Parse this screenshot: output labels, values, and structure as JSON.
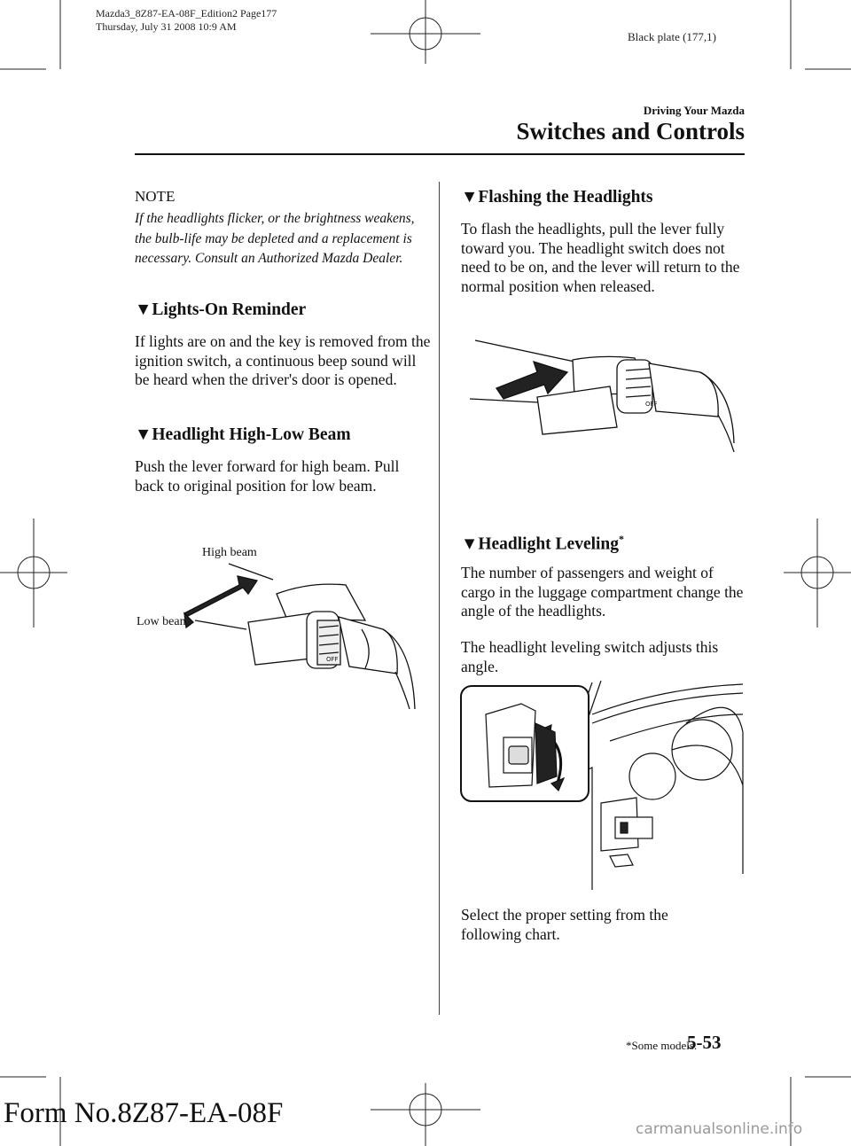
{
  "header": {
    "meta_line1": "Mazda3_8Z87-EA-08F_Edition2 Page177",
    "meta_line2": "Thursday, July 31 2008 10:9 AM",
    "plate": "Black plate (177,1)",
    "section_kicker": "Driving Your Mazda",
    "section_title": "Switches and Controls"
  },
  "left_column": {
    "note_label": "NOTE",
    "note_body": "If the headlights flicker, or the brightness weakens, the bulb-life may be depleted and a replacement is necessary. Consult an Authorized Mazda Dealer.",
    "lights_on": {
      "heading": "Lights-On Reminder",
      "body": "If lights are on and the key is removed from the ignition switch, a continuous beep sound will be heard when the driver's door is opened."
    },
    "high_low": {
      "heading": "Headlight High-Low Beam",
      "body": "Push the lever forward for high beam. Pull back to original position for low beam.",
      "label_high": "High beam",
      "label_low": "Low beam"
    }
  },
  "right_column": {
    "flashing": {
      "heading": "Flashing the Headlights",
      "body": "To flash the headlights, pull the lever fully toward you. The headlight switch does not need to be on, and the lever will return to the normal position when released."
    },
    "leveling": {
      "heading": "Headlight Leveling",
      "heading_mark": "*",
      "body1": "The number of passengers and weight of cargo in the luggage compartment change the angle of the headlights.",
      "body2": "The headlight leveling switch adjusts this angle.",
      "body3": "Select the proper setting from the following chart."
    }
  },
  "footer": {
    "footnote_mark": "*",
    "footnote": "Some models.",
    "page_number": "5-53",
    "form_number": "Form No.8Z87-EA-08F",
    "watermark": "carmanualsonline.info"
  },
  "glyphs": {
    "triangle": "▼",
    "off_text": "OFF"
  }
}
